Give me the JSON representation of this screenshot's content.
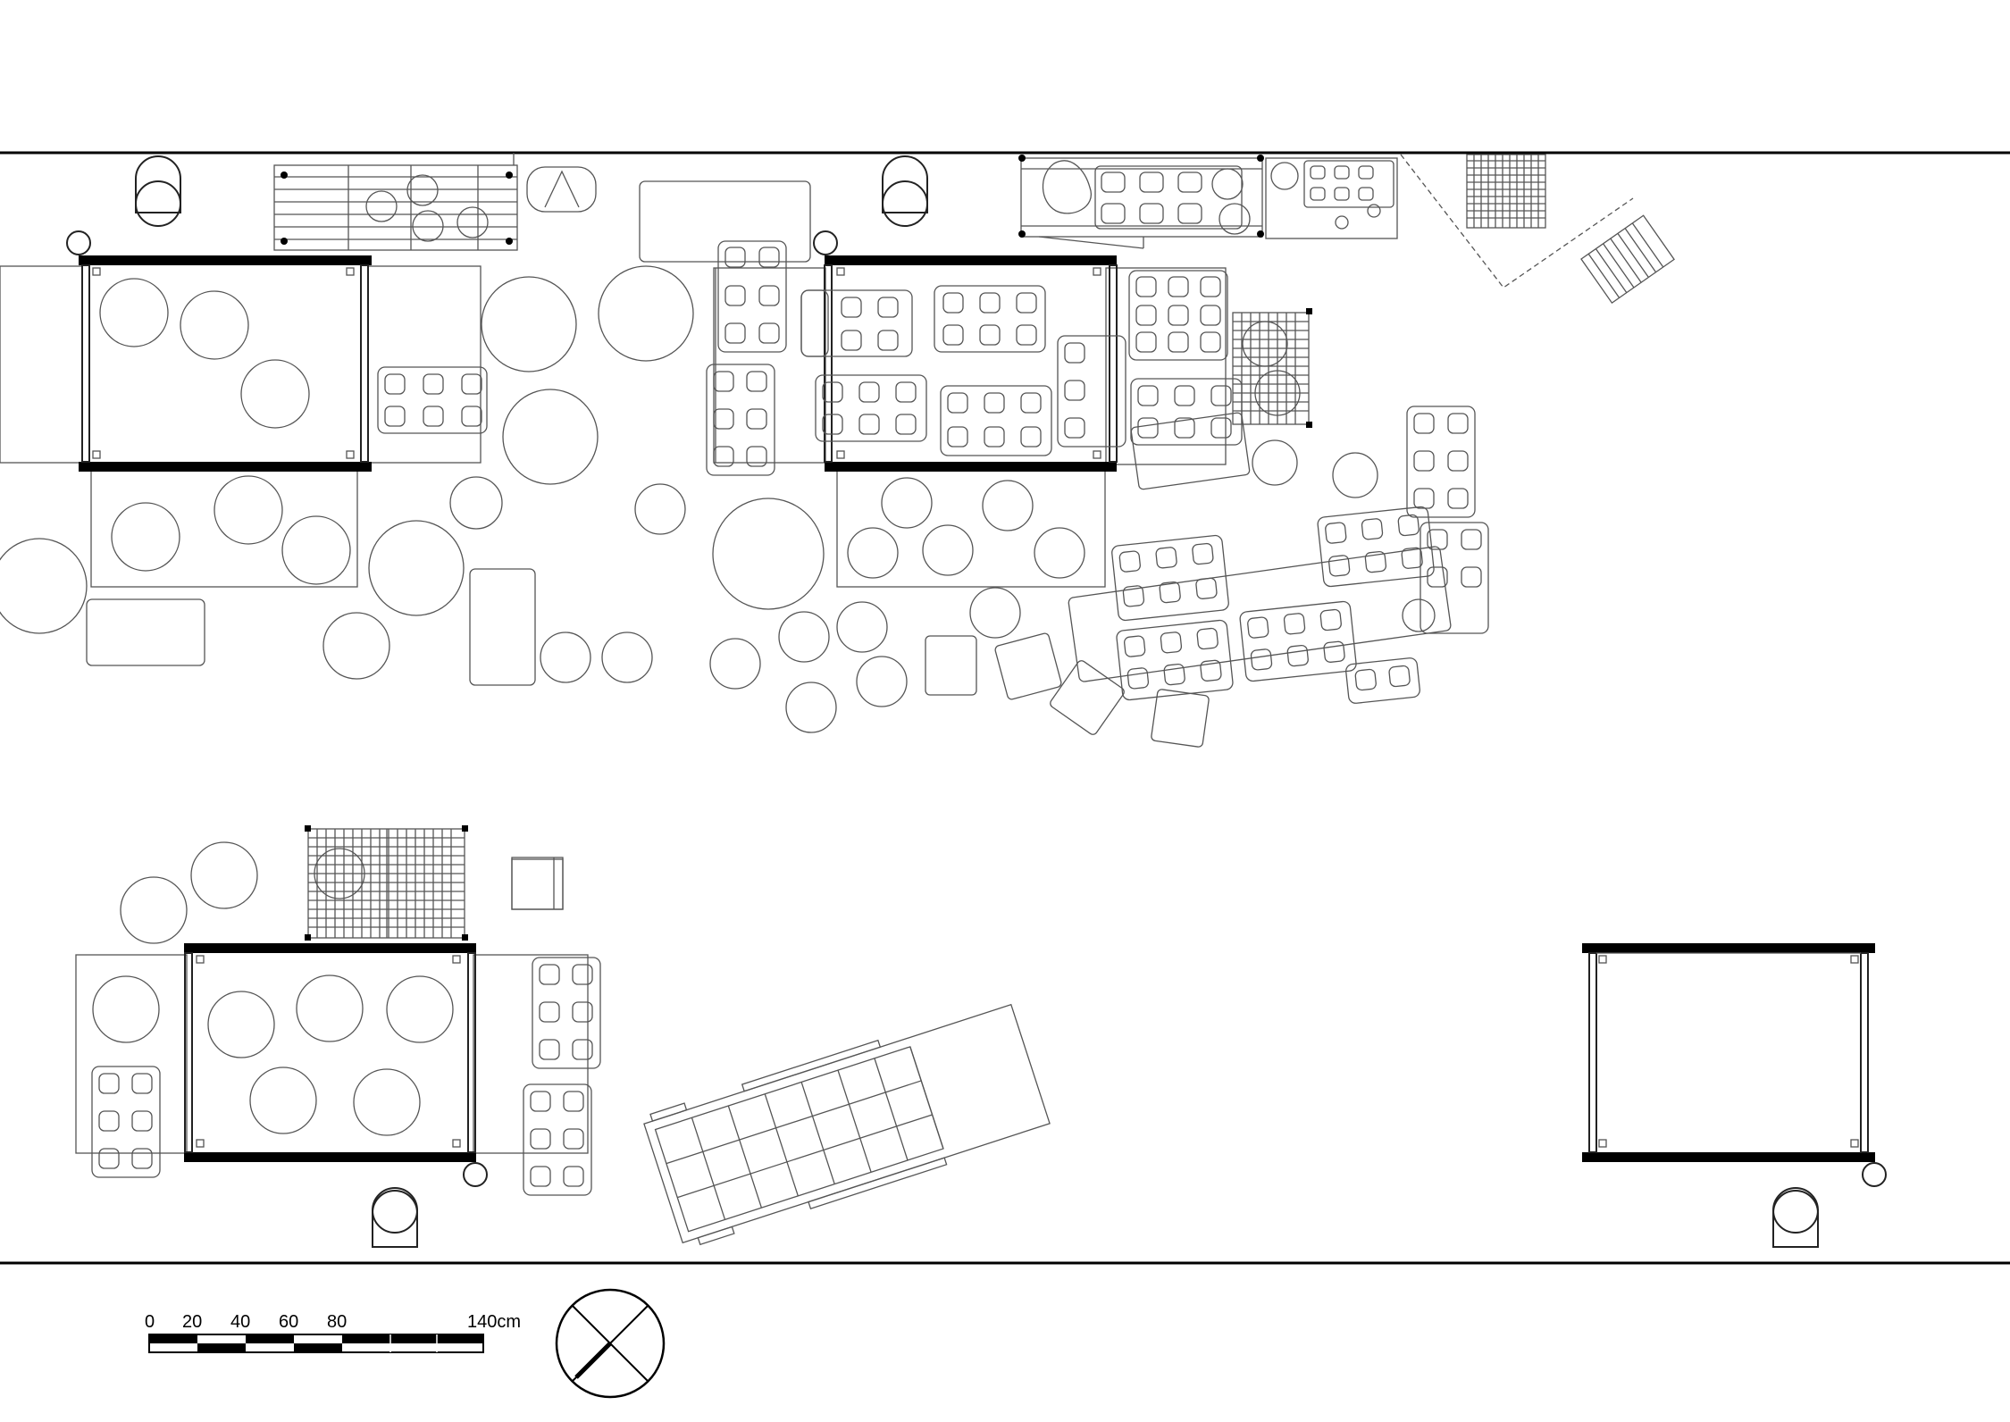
{
  "scale_bar": {
    "labels": [
      "0",
      "20",
      "40",
      "60",
      "80",
      "140cm"
    ]
  },
  "colors": {
    "wall": "#000000",
    "furniture": "#555555",
    "background": "#ffffff"
  },
  "icons": [
    "north-arrow-icon"
  ]
}
